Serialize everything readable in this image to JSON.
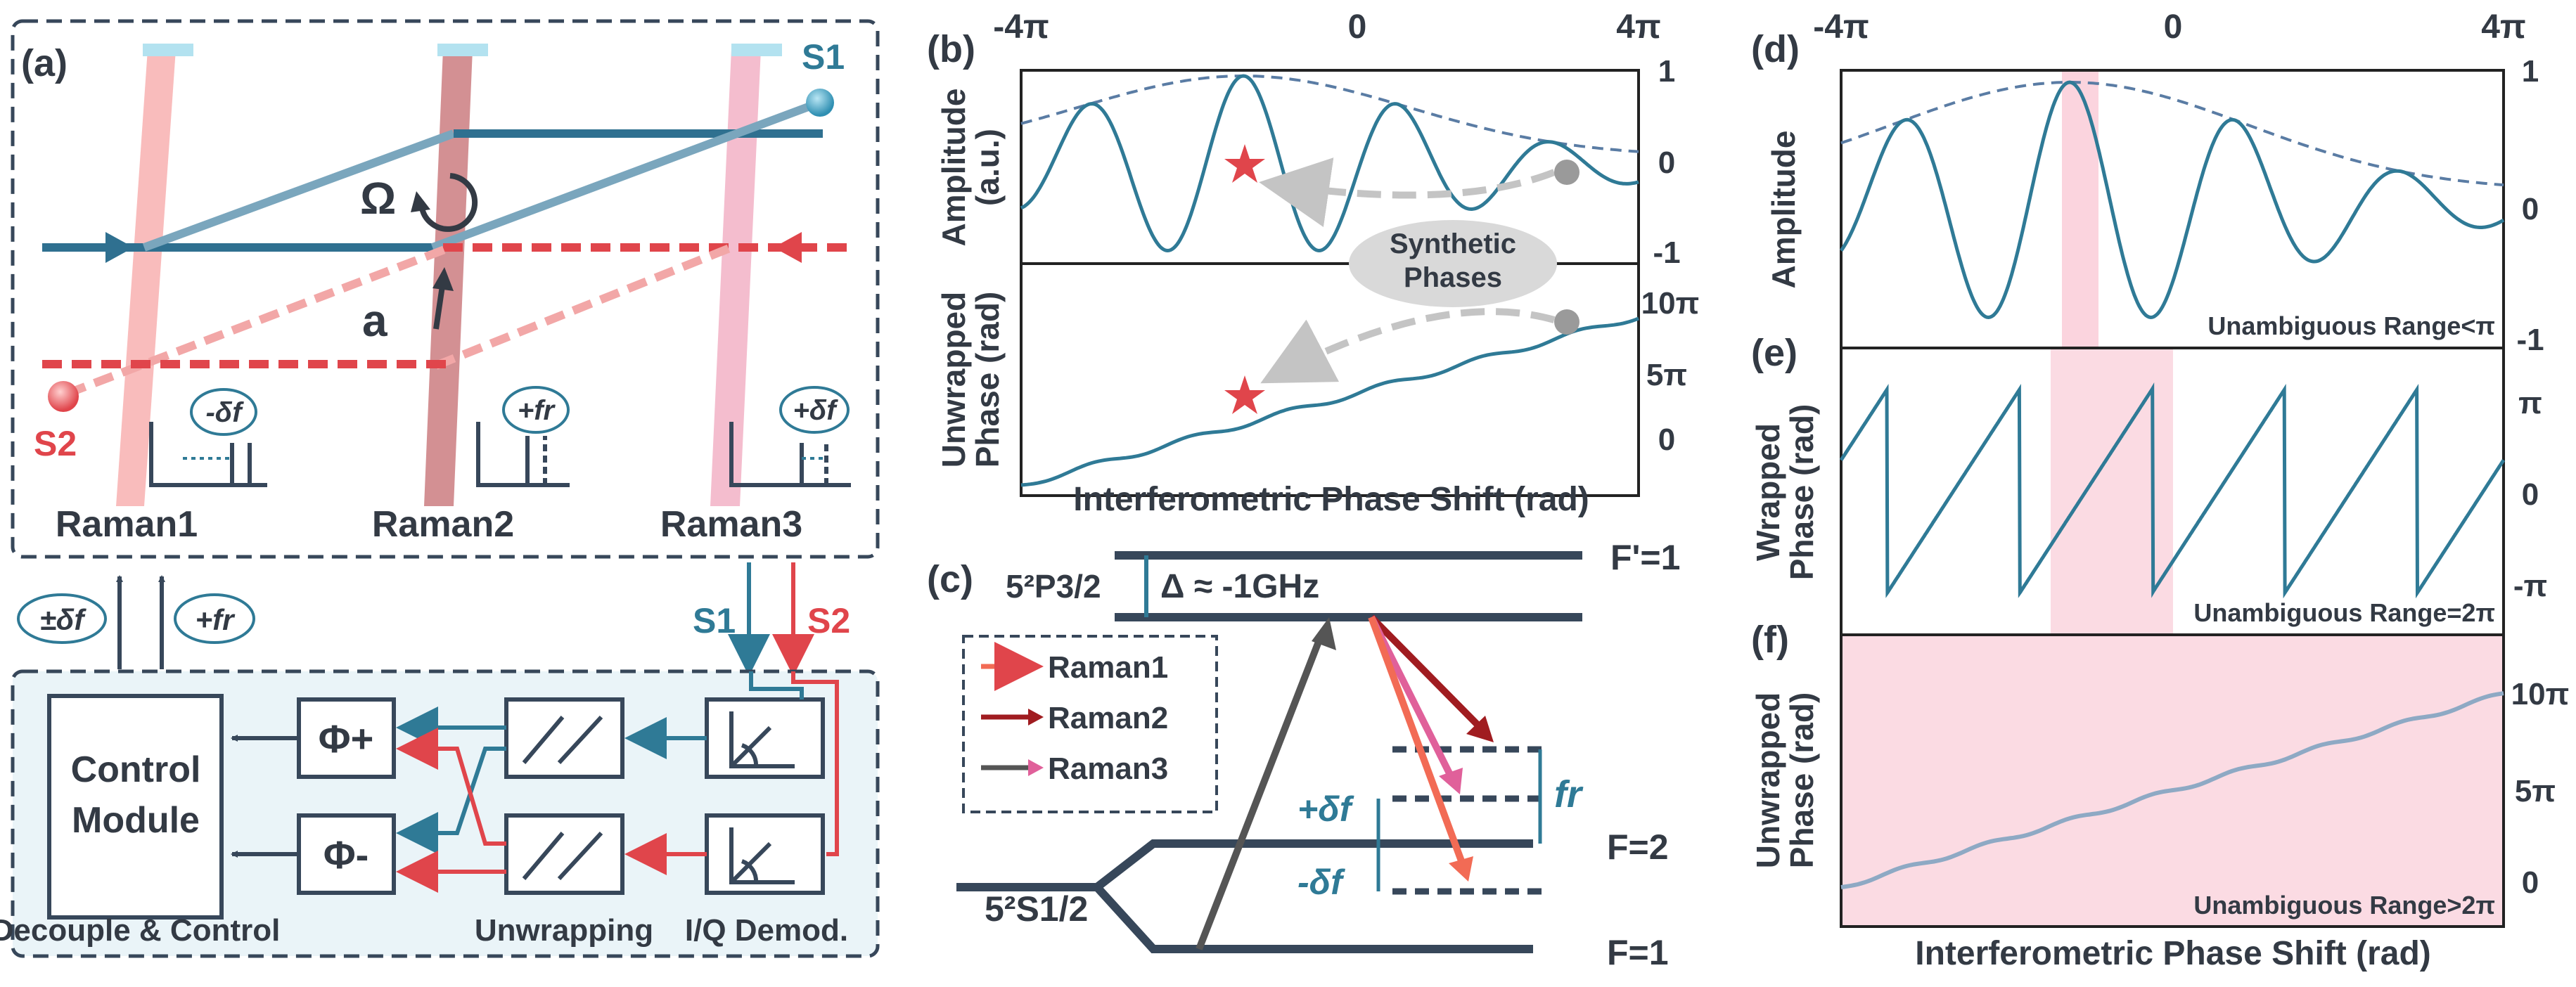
{
  "colors": {
    "dark": "#37475a",
    "teal": "#2f7a96",
    "red": "#e0454b",
    "pink_band": "#fbdbe3",
    "panel_bg": "#eaf4f8"
  },
  "panel_a": {
    "label": "(a)",
    "s1": "S1",
    "s2": "S2",
    "omega": "Ω",
    "accel": "a",
    "beams": [
      "Raman1",
      "Raman2",
      "Raman3"
    ],
    "freq_marks": [
      "-δf",
      "+fr",
      "+δf"
    ],
    "input_labels": [
      "±δf",
      "+fr"
    ],
    "signal_labels": [
      "S1",
      "S2"
    ],
    "control_module": [
      "Control",
      "Module"
    ],
    "phi_plus": "Φ+",
    "phi_minus": "Φ-",
    "bottom_labels": [
      "Decouple & Control",
      "Unwrapping",
      "I/Q Demod."
    ]
  },
  "panel_b": {
    "label": "(b)",
    "x_ticks": [
      "-4π",
      "0",
      "4π"
    ],
    "top_ylabel": [
      "Amplitude",
      "(a.u.)"
    ],
    "top_ticks": [
      "1",
      "0",
      "-1"
    ],
    "bottom_ylabel": [
      "Unwrapped",
      "Phase (rad)"
    ],
    "bottom_ticks": [
      "10π",
      "5π",
      "0"
    ],
    "bubble": [
      "Synthetic",
      "Phases"
    ],
    "xlabel": "Interferometric Phase Shift (rad)"
  },
  "panel_c": {
    "label": "(c)",
    "excited": "5²P3/2",
    "detuning": "Δ ≈ -1GHz",
    "ground": "5²S1/2",
    "levels": [
      "F'=1",
      "F=2",
      "F=1"
    ],
    "legend": [
      "Raman1",
      "Raman2",
      "Raman3"
    ],
    "plus_df": "+δf",
    "minus_df": "-δf",
    "fr": "fr"
  },
  "panel_d": {
    "label": "(d)",
    "x_ticks": [
      "-4π",
      "0",
      "4π"
    ],
    "ylabel": "Amplitude",
    "ticks": [
      "1",
      "0",
      "-1"
    ],
    "note": "Unambiguous Range<π"
  },
  "panel_e": {
    "label": "(e)",
    "ylabel": [
      "Wrapped",
      "Phase (rad)"
    ],
    "ticks": [
      "π",
      "0",
      "-π"
    ],
    "note": "Unambiguous Range=2π"
  },
  "panel_f": {
    "label": "(f)",
    "ylabel": [
      "Unwrapped",
      "Phase (rad)"
    ],
    "ticks": [
      "10π",
      "5π",
      "0"
    ],
    "note": "Unambiguous Range>2π",
    "xlabel": "Interferometric Phase Shift (rad)"
  }
}
